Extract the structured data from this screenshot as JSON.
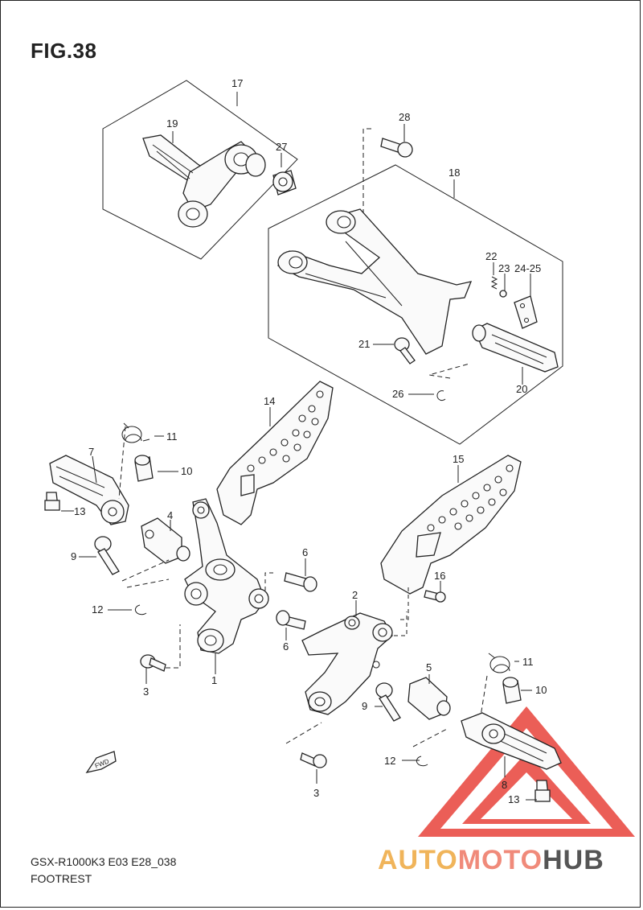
{
  "figure": {
    "title": "FIG.38",
    "model_code": "GSX-R1000K3 E03 E28_038",
    "name": "FOOTREST"
  },
  "direction_marker": "FWD",
  "watermark": {
    "part1": "AUTO",
    "part2": "MOTO",
    "part3": "HUB"
  },
  "callouts": {
    "c1": "1",
    "c2": "2",
    "c3a": "3",
    "c3b": "3",
    "c4": "4",
    "c5": "5",
    "c6a": "6",
    "c6b": "6",
    "c7": "7",
    "c8": "8",
    "c9a": "9",
    "c9b": "9",
    "c10a": "10",
    "c10b": "10",
    "c11a": "11",
    "c11b": "11",
    "c12a": "12",
    "c12b": "12",
    "c13a": "13",
    "c13b": "13",
    "c14": "14",
    "c15": "15",
    "c16": "16",
    "c17": "17",
    "c18": "18",
    "c19": "19",
    "c20": "20",
    "c21": "21",
    "c22": "22",
    "c23": "23",
    "c24_25": "24-25",
    "c26": "26",
    "c27": "27",
    "c28": "28"
  },
  "colors": {
    "line": "#222222",
    "watermark_red": "#e8423a",
    "watermark_orange": "#f0b45a",
    "watermark_gray": "#555555"
  }
}
